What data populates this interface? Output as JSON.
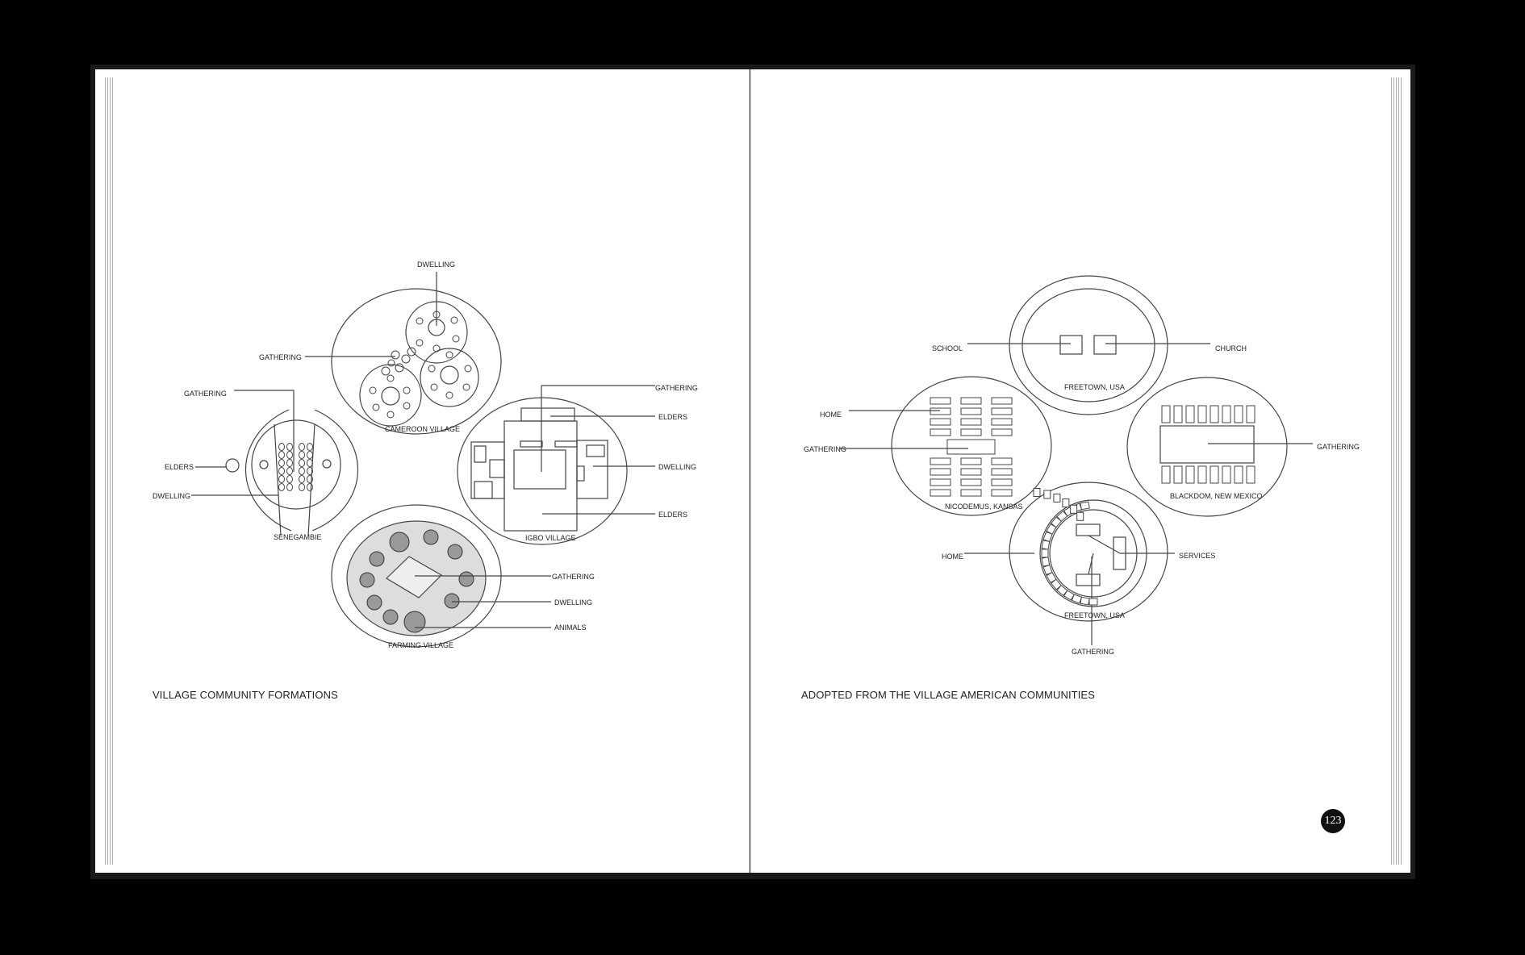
{
  "left_page": {
    "caption": "VILLAGE COMMUNITY FORMATIONS",
    "diagrams": {
      "cameroon": {
        "name": "CAMEROON VILLAGE",
        "labels": {
          "dwelling": "DWELLING",
          "gathering": "GATHERING"
        }
      },
      "senegambie": {
        "name": "SENEGAMBIE",
        "labels": {
          "gathering": "GATHERING",
          "elders": "ELDERS",
          "dwelling": "DWELLING"
        }
      },
      "igbo": {
        "name": "IGBO VILLAGE",
        "labels": {
          "gathering": "GATHERING",
          "elders_top": "ELDERS",
          "dwelling": "DWELLING",
          "elders_bottom": "ELDERS"
        }
      },
      "farming": {
        "name": "FARMING VILLAGE",
        "labels": {
          "gathering": "GATHERING",
          "dwelling": "DWELLING",
          "animals": "ANIMALS"
        }
      }
    }
  },
  "right_page": {
    "caption": "ADOPTED FROM THE VILLAGE AMERICAN COMMUNITIES",
    "page_number": "123",
    "diagrams": {
      "freetown_top": {
        "name": "FREETOWN, USA",
        "labels": {
          "school": "SCHOOL",
          "church": "CHURCH"
        }
      },
      "nicodemus": {
        "name": "NICODEMUS, KANSAS",
        "labels": {
          "home": "HOME",
          "gathering": "GATHERING"
        }
      },
      "blackdom": {
        "name": "BLACKDOM, NEW MEXICO",
        "labels": {
          "gathering": "GATHERING"
        }
      },
      "freetown_bottom": {
        "name": "FREETOWN, USA",
        "labels": {
          "home": "HOME",
          "services": "SERVICES",
          "gathering": "GATHERING"
        }
      }
    }
  }
}
